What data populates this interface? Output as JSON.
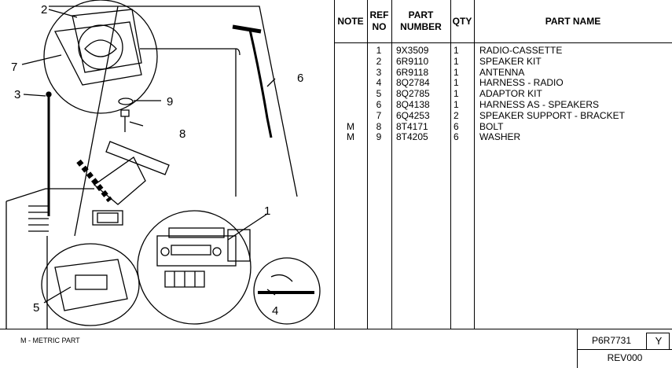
{
  "callouts": {
    "c1": "1",
    "c2": "2",
    "c3": "3",
    "c4": "4",
    "c5": "5",
    "c6": "6",
    "c7": "7",
    "c8": "8",
    "c9": "9"
  },
  "table": {
    "headers": {
      "note": [
        "NOTE"
      ],
      "ref": [
        "REF",
        "NO"
      ],
      "part": [
        "PART",
        "NUMBER"
      ],
      "qty": [
        "QTY"
      ],
      "name": [
        "PART NAME"
      ]
    },
    "rows": [
      {
        "note": "",
        "ref": "1",
        "part": "9X3509",
        "qty": "1",
        "name": "RADIO-CASSETTE"
      },
      {
        "note": "",
        "ref": "2",
        "part": "6R9110",
        "qty": "1",
        "name": "SPEAKER KIT"
      },
      {
        "note": "",
        "ref": "3",
        "part": "6R9118",
        "qty": "1",
        "name": "ANTENNA"
      },
      {
        "note": "",
        "ref": "4",
        "part": "8Q2784",
        "qty": "1",
        "name": "HARNESS - RADIO"
      },
      {
        "note": "",
        "ref": "5",
        "part": "8Q2785",
        "qty": "1",
        "name": "ADAPTOR KIT"
      },
      {
        "note": "",
        "ref": "6",
        "part": "8Q4138",
        "qty": "1",
        "name": "HARNESS AS - SPEAKERS"
      },
      {
        "note": "",
        "ref": "7",
        "part": "6Q4253",
        "qty": "2",
        "name": "SPEAKER SUPPORT - BRACKET"
      },
      {
        "note": "M",
        "ref": "8",
        "part": "8T4171",
        "qty": "6",
        "name": "BOLT"
      },
      {
        "note": "M",
        "ref": "9",
        "part": "8T4205",
        "qty": "6",
        "name": "WASHER"
      }
    ]
  },
  "footer": {
    "metric_note": "M - METRIC PART",
    "doc_number": "P6R7731",
    "doc_letter": "Y",
    "revision": "REV000"
  }
}
